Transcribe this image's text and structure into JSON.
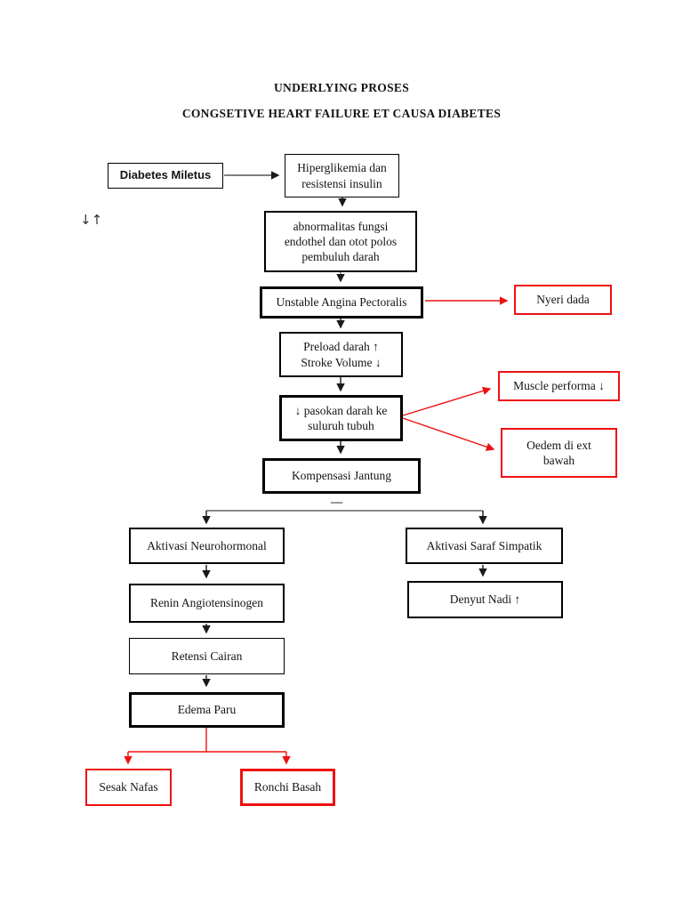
{
  "header": {
    "title_line1": "UNDERLYING PROSES",
    "title_line2": "CONGSETIVE HEART FAILURE ET CAUSA DIABETES"
  },
  "annotations": {
    "reflux_arrows": "↓↑",
    "branch_dash": "—"
  },
  "colors": {
    "box_border": "#000000",
    "alert_border": "#ee1111",
    "arrow_black": "#1a1a1a",
    "arrow_red": "#ee1111",
    "background": "#ffffff"
  },
  "nodes": {
    "diabetes_miletus": {
      "label": "Diabetes Miletus"
    },
    "hiperglikemia": {
      "label": "Hiperglikemia dan\nresistensi insulin"
    },
    "abnormalitas": {
      "label": "abnormalitas fungsi\nendothel dan otot polos\npembuluh darah"
    },
    "unstable_angina": {
      "label": "Unstable Angina Pectoralis"
    },
    "nyeri_dada": {
      "label": "Nyeri dada"
    },
    "preload": {
      "label": "Preload darah ↑\nStroke Volume ↓"
    },
    "pasokan_darah": {
      "label": "↓ pasokan darah ke\nsuluruh tubuh"
    },
    "muscle_performa": {
      "label": "Muscle performa ↓"
    },
    "oedem_ext": {
      "label": "Oedem di ext\nbawah"
    },
    "kompensasi_jantung": {
      "label": "Kompensasi Jantung"
    },
    "aktivasi_neurohormonal": {
      "label": "Aktivasi Neurohormonal"
    },
    "aktivasi_saraf_simpatik": {
      "label": "Aktivasi Saraf Simpatik"
    },
    "renin_angiotensinogen": {
      "label": "Renin Angiotensinogen"
    },
    "denyut_nadi": {
      "label": "Denyut Nadi ↑"
    },
    "retensi_cairan": {
      "label": "Retensi Cairan"
    },
    "edema_paru": {
      "label": "Edema Paru"
    },
    "sesak_nafas": {
      "label": "Sesak Nafas"
    },
    "ronchi_basah": {
      "label": "Ronchi Basah"
    }
  }
}
